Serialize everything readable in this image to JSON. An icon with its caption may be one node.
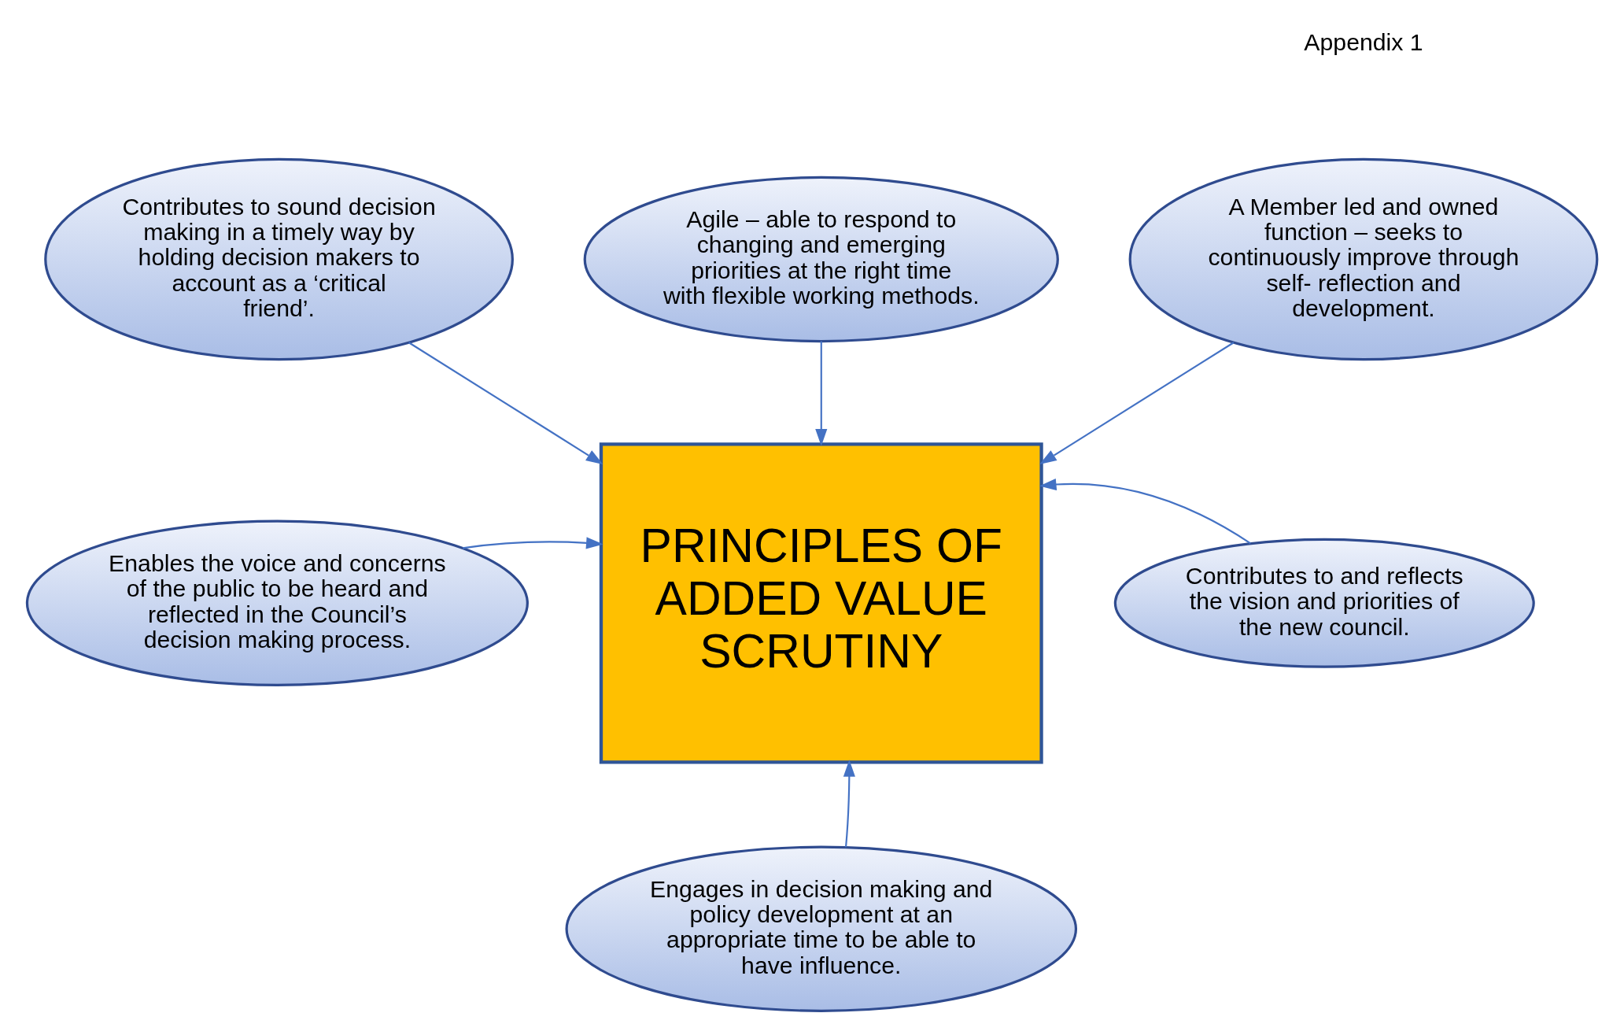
{
  "diagram": {
    "nodes": [
      {
        "text": [
          "A Member led and owned function – seeks to continuously improve through self- reflection and development."
        ]
      },
      {
        "text": [
          "Contributes to sound decision making in a timely way by holding decision makers to account as a ‘critical friend’."
        ]
      },
      {
        "text": [
          "Agile – able to respond to changing and emerging priorities at the right time with flexible working methods."
        ]
      },
      {
        "text": [
          "PRINCIPLES OF ADDED VALUE SCRUTINY"
        ]
      },
      {
        "text": [
          "Enables the voice and concerns of the public to be heard and reflected in the Council’s decision making process."
        ]
      },
      {
        "text": [
          "Contributes to and reflects the vision and priorities of the new council."
        ]
      },
      {
        "text": [
          "Engages in decision making and policy development at an appropriate time to be able to have influence."
        ]
      }
    ],
    "edges": [
      {
        "from": 0,
        "to": 3,
        "arrow": "to"
      },
      {
        "from": 1,
        "to": 3,
        "arrow": "to"
      },
      {
        "from": 2,
        "to": 3,
        "arrow": "to"
      },
      {
        "from": 4,
        "to": 3,
        "arrow": "to"
      },
      {
        "from": 5,
        "to": 3,
        "arrow": "to"
      },
      {
        "from": 6,
        "to": 3,
        "arrow": "to"
      }
    ],
    "labels": [
      "Appendix 1"
    ]
  }
}
